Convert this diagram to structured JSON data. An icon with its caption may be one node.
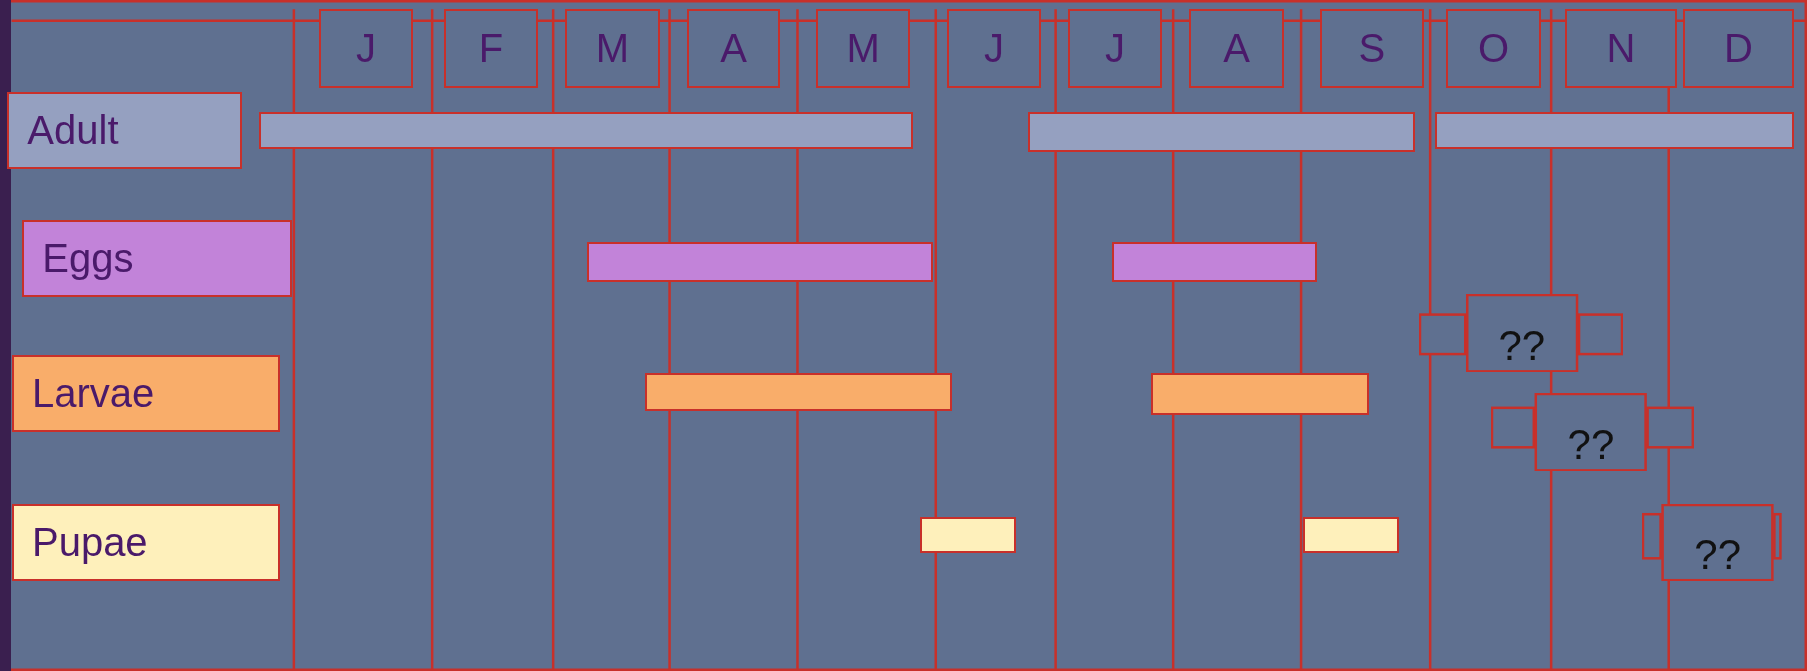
{
  "diagram": {
    "nodes": [
      {
        "text": [
          "J"
        ]
      },
      {
        "text": [
          "F"
        ]
      },
      {
        "text": [
          "M"
        ]
      },
      {
        "text": [
          "A"
        ]
      },
      {
        "text": [
          "M"
        ]
      },
      {
        "text": [
          "J"
        ]
      },
      {
        "text": [
          "J"
        ]
      },
      {
        "text": [
          "A"
        ]
      },
      {
        "text": [
          "S"
        ]
      },
      {
        "text": [
          "O"
        ]
      },
      {
        "text": [
          "N"
        ]
      },
      {
        "text": [
          "D"
        ]
      },
      {
        "text": [
          "Adult"
        ]
      },
      {
        "text": [
          "Eggs"
        ]
      },
      {
        "text": [
          "Larvae"
        ]
      },
      {
        "text": [
          "Pupae"
        ]
      },
      {
        "text": [],
        "shape": "bar"
      },
      {
        "text": [],
        "shape": "bar"
      },
      {
        "text": [],
        "shape": "bar"
      },
      {
        "text": [],
        "shape": "bar"
      },
      {
        "text": [],
        "shape": "bar"
      },
      {
        "text": [],
        "shape": "bar"
      },
      {
        "text": [],
        "shape": "bar"
      },
      {
        "text": [],
        "shape": "bar"
      },
      {
        "text": [],
        "shape": "bar"
      },
      {
        "text": [
          "??"
        ]
      },
      {
        "text": [
          "??"
        ]
      },
      {
        "text": [
          "??"
        ]
      }
    ],
    "edges": []
  }
}
